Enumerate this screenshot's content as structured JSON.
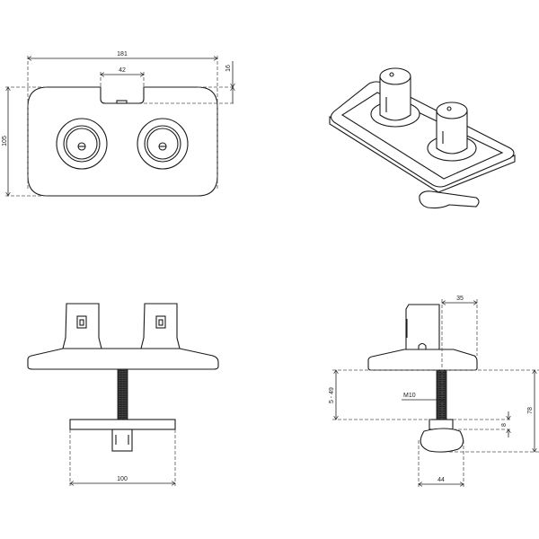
{
  "top_view": {
    "dimensions": {
      "overall_width": "181",
      "notch_width": "42",
      "notch_depth": "16",
      "overall_depth": "105"
    }
  },
  "front_view": {
    "dimensions": {
      "clamp_width": "100"
    }
  },
  "side_view": {
    "dimensions": {
      "tower_offset": "35",
      "clamp_range": "5 - 49",
      "total_height": "78",
      "washer_height": "8",
      "knob_width": "44",
      "thread": "M10"
    }
  }
}
